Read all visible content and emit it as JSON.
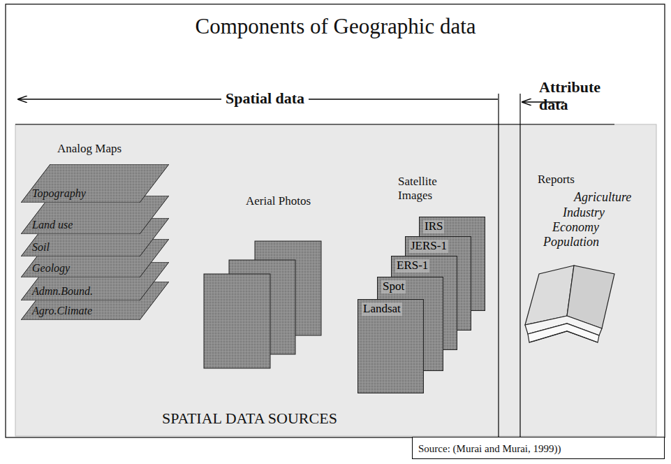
{
  "diagram": {
    "title": "Components of Geographic data",
    "nodes": [
      {
        "text": [
          "Topography"
        ]
      },
      {
        "text": [
          "Land use"
        ]
      },
      {
        "text": [
          "Soil"
        ]
      },
      {
        "text": [
          "Geology"
        ]
      },
      {
        "text": [
          "Admn.Bound."
        ]
      },
      {
        "text": [
          "Agro.Climate"
        ]
      },
      {
        "text": [
          "IRS"
        ]
      },
      {
        "text": [
          "JERS-1"
        ]
      },
      {
        "text": [
          "ERS-1"
        ]
      },
      {
        "text": [
          "Spot"
        ]
      },
      {
        "text": [
          "Landsat"
        ]
      },
      {
        "text": [
          "Source: (Murai and Murai, 1999))"
        ]
      }
    ],
    "labels": [
      "Spatial data",
      "Attribute data",
      "Analog Maps",
      "Aerial Photos",
      "Satellite Images",
      "Reports",
      "Agriculture",
      "Industry",
      "Economy",
      "Population",
      "SPATIAL DATA SOURCES"
    ]
  }
}
